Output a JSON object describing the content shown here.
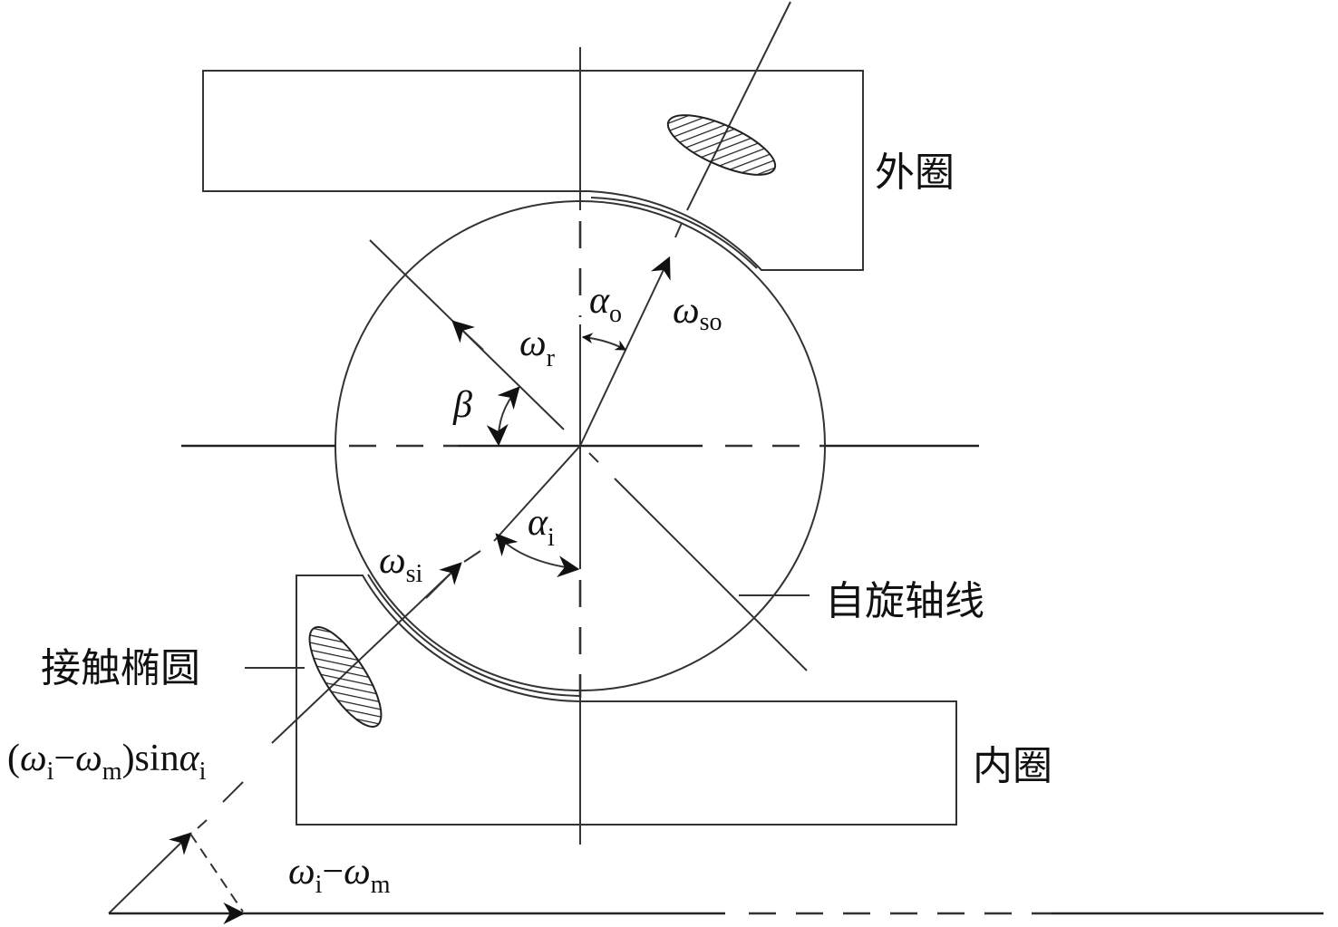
{
  "labels": {
    "outer_ring": "外圈",
    "inner_ring": "内圈",
    "spin_axis": "自旋轴线",
    "contact_ellipse": "接触椭圆",
    "omega": "ω",
    "alpha": "α",
    "beta": "β",
    "sub_so": "so",
    "sub_si": "si",
    "sub_r": "r",
    "sub_o": "o",
    "sub_i": "i",
    "sub_m": "m",
    "minus": "−",
    "open_paren": "(",
    "close_paren_sin": ")sin"
  }
}
